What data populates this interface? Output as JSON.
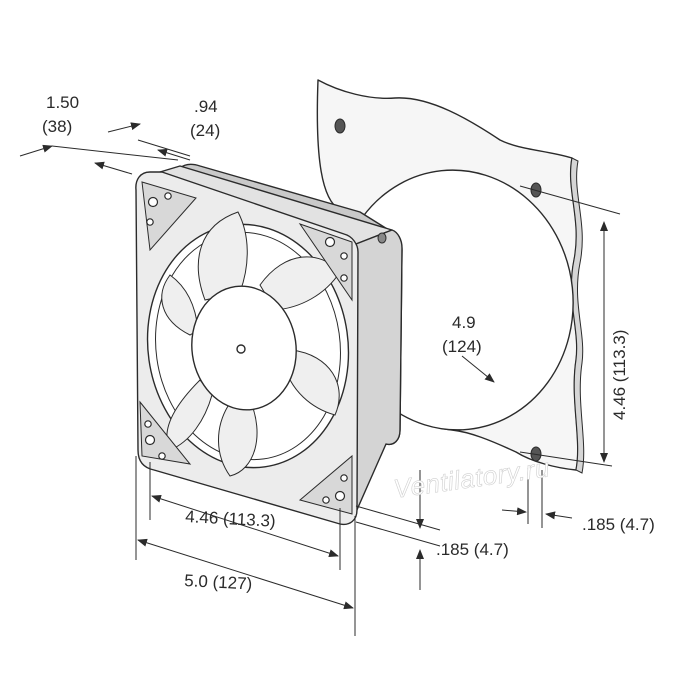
{
  "dimensions": {
    "depth_in": "1.50",
    "depth_mm": "(38)",
    "fan_thickness_in": ".94",
    "fan_thickness_mm": "(24)",
    "guard_hole_dia_in": "4.9",
    "guard_hole_dia_mm": "(124)",
    "guard_hole_spacing": "4.46 (113.3)",
    "fan_hole_spacing": "4.46 (113.3)",
    "fan_width": "5.0 (127)",
    "fan_hole_offset": ".185 (4.7)",
    "guard_hole_offset": ".185 (4.7)"
  },
  "watermark": "Ventilatory.ru",
  "colors": {
    "line": "#2b2b2b",
    "face": "#ececec",
    "shadow": "#c9c9c9"
  }
}
